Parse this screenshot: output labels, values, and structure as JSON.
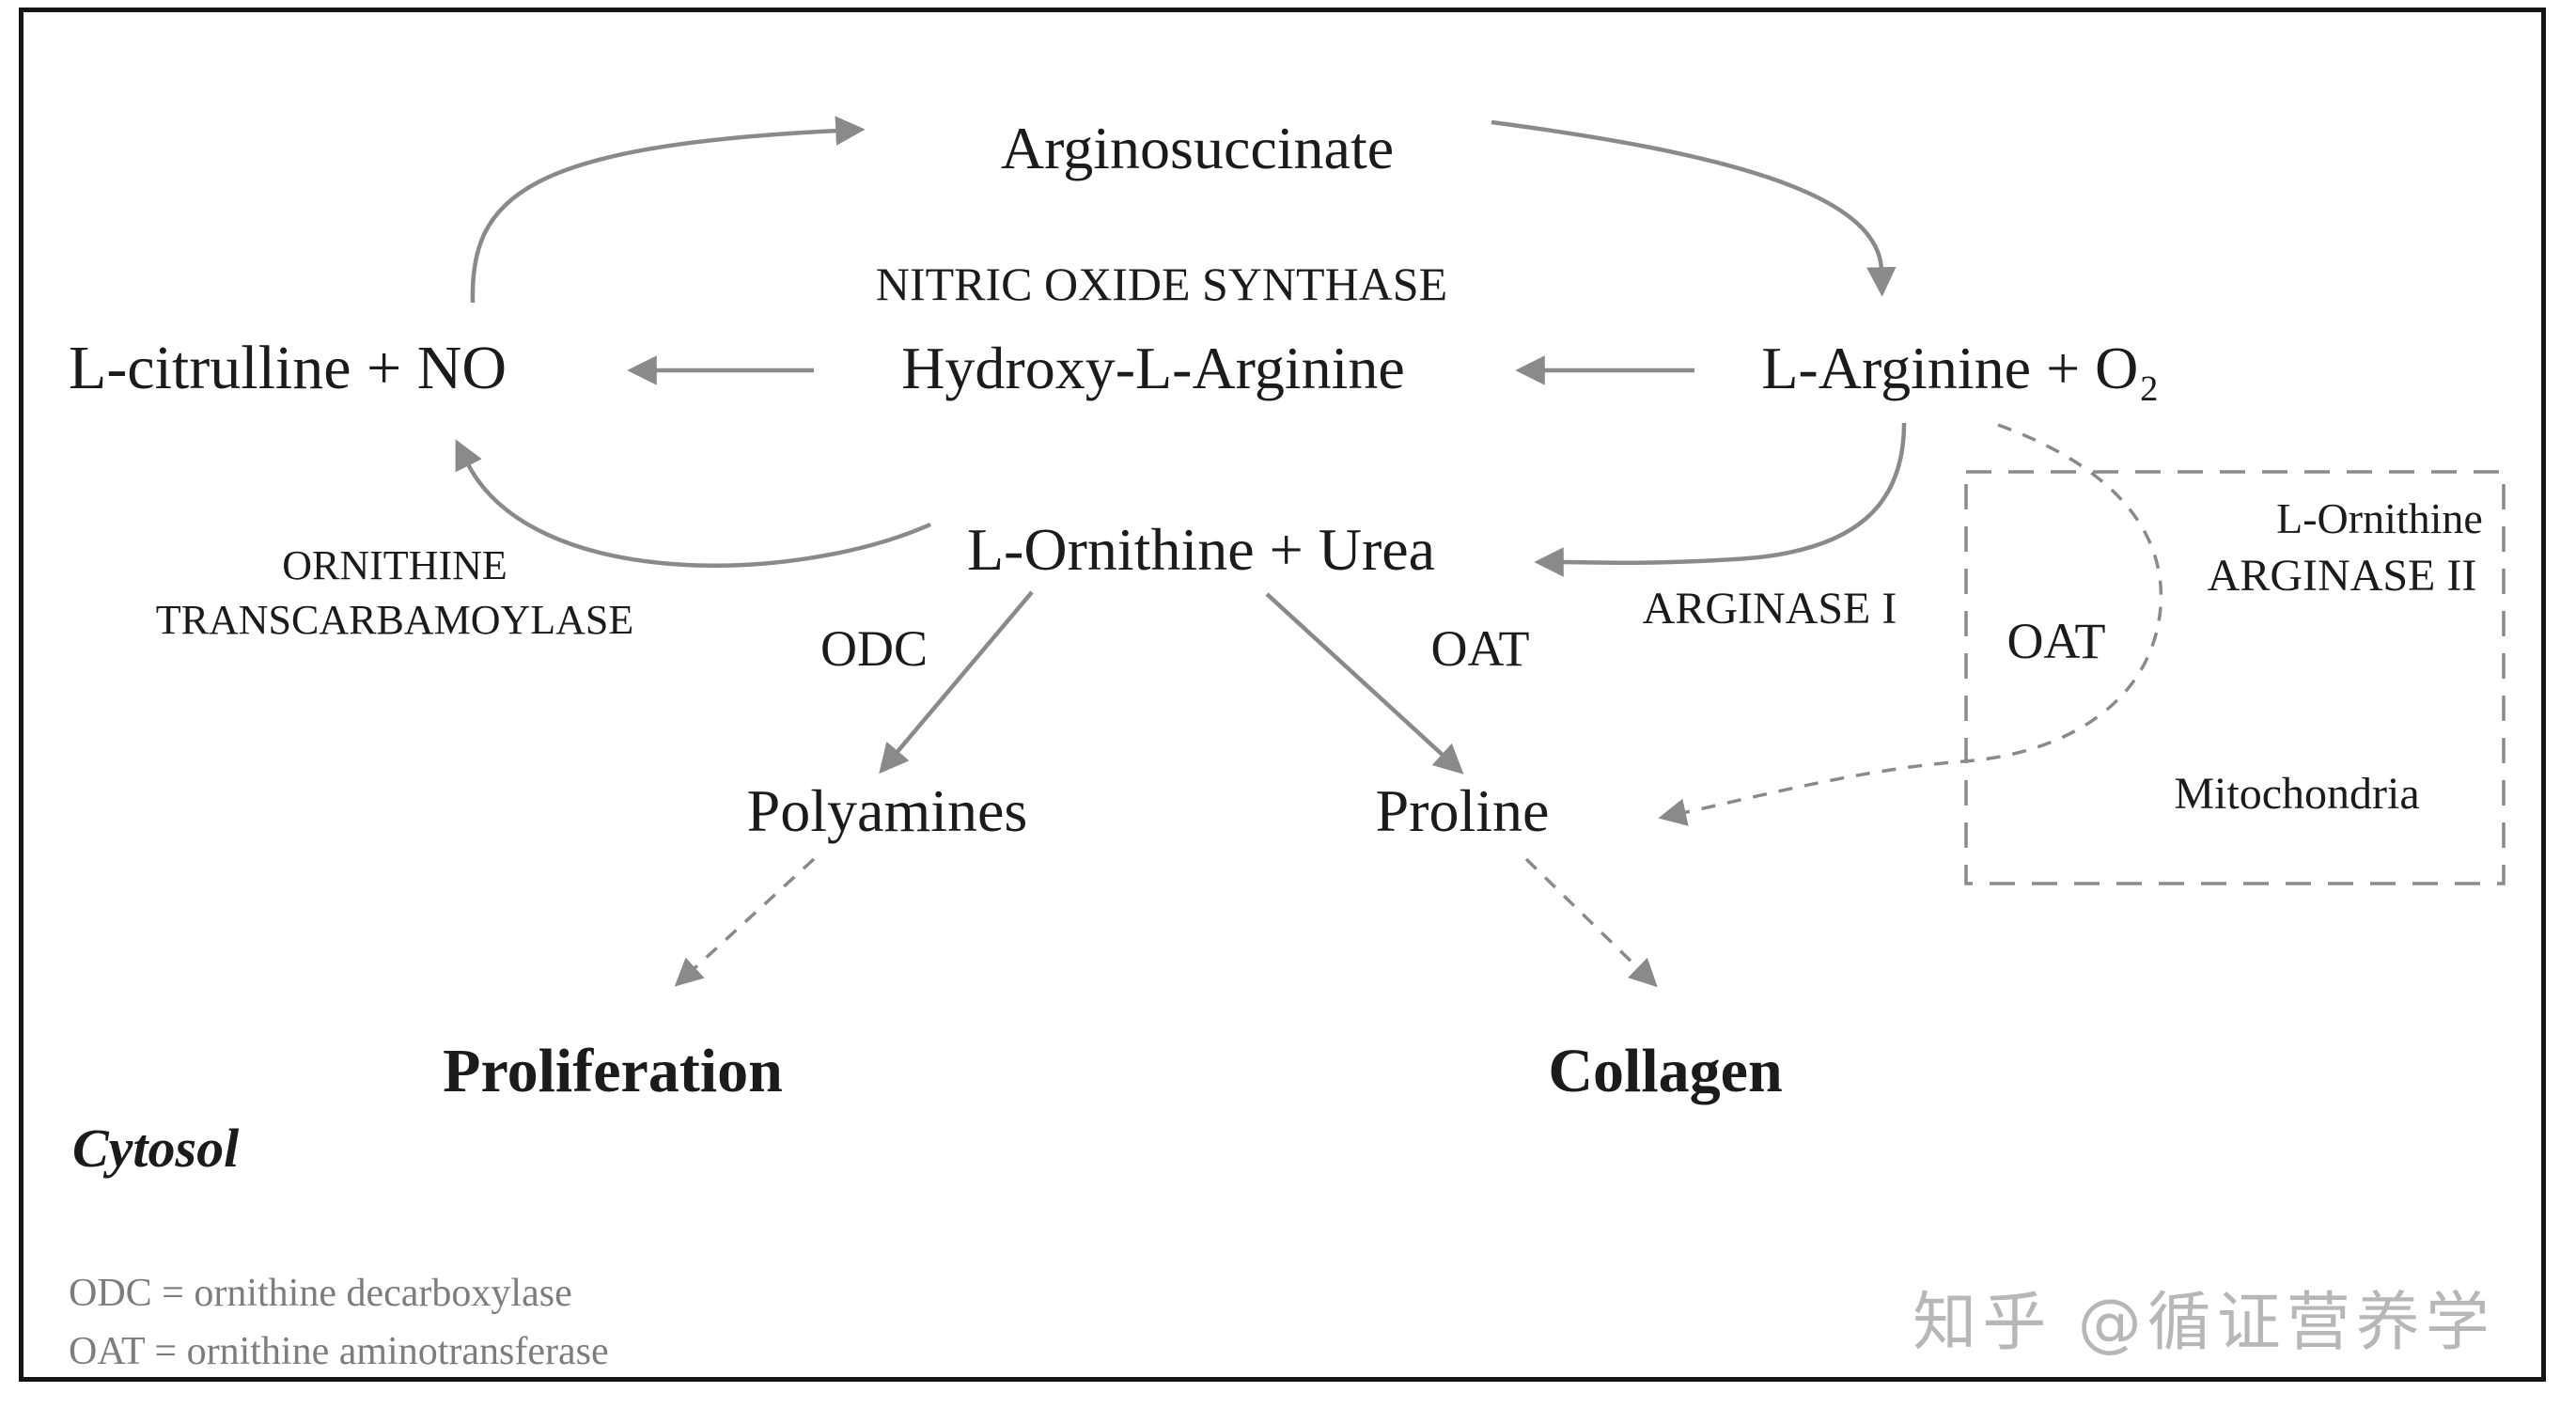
{
  "diagram": {
    "title_node": "Arginosuccinate",
    "nodes": {
      "arginosuccinate": "Arginosuccinate",
      "citrulline_no": "L-citrulline + NO",
      "hydroxy_l_arginine": "Hydroxy-L-Arginine",
      "l_arginine_o2": "L-Arginine + O₂",
      "l_ornithine_urea": "L-Ornithine + Urea",
      "polyamines": "Polyamines",
      "proline": "Proline",
      "proliferation": "Proliferation",
      "collagen": "Collagen"
    },
    "enzymes": {
      "nitric_oxide_synthase": "NITRIC OXIDE SYNTHASE",
      "otc_line1": "ORNITHINE",
      "otc_line2": "TRANSCARBAMOYLASE",
      "odc": "ODC",
      "oat": "OAT",
      "arginase_i": "ARGINASE I"
    },
    "mitochondria_box": {
      "l_ornithine": "L-Ornithine",
      "arginase_ii": "ARGINASE II",
      "oat": "OAT",
      "label": "Mitochondria"
    },
    "compartment_label": "Cytosol",
    "legend": {
      "line1": "ODC = ornithine  decarboxylase",
      "line2": "OAT = ornithine  aminotransferase"
    },
    "watermark": "知乎 @循证营养学",
    "colors": {
      "text": "#1b1b1b",
      "arrow_gray": "#8a8a8a",
      "legend_gray": "#7d7d7d",
      "watermark_gray": "#b7b7b7",
      "border_black": "#151515"
    }
  }
}
